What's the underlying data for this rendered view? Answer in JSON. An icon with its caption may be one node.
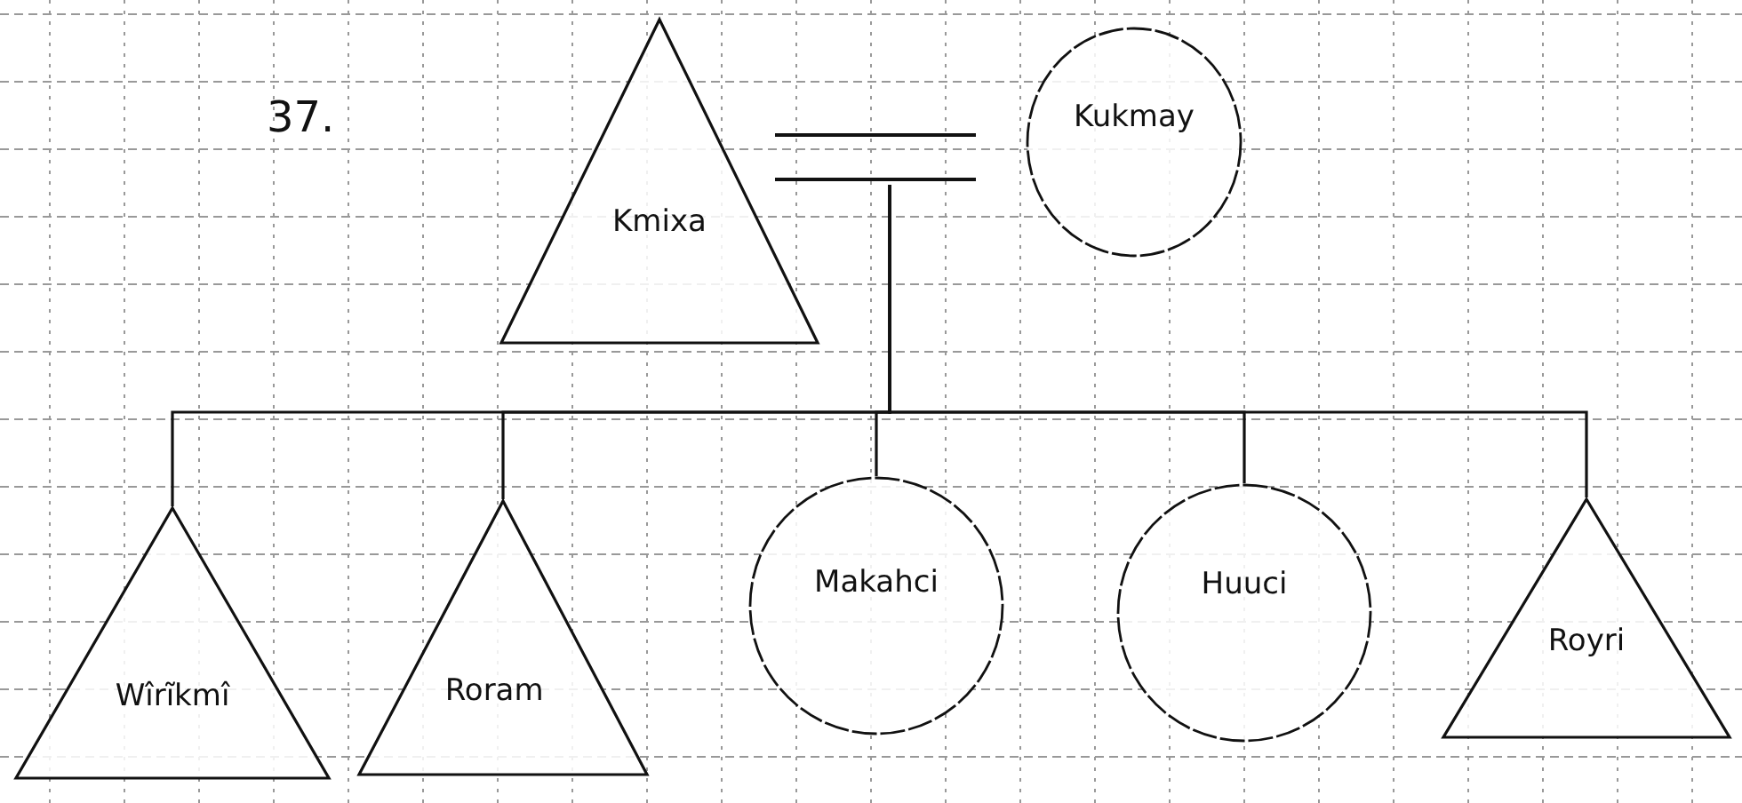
{
  "diagram": {
    "nodes": [
      {
        "text": [
          "Kmixa"
        ]
      },
      {
        "text": [],
        "shape": "bar"
      },
      {
        "text": [
          "Kukmay"
        ]
      },
      {
        "text": [
          "Wîrĩkmî"
        ]
      },
      {
        "text": [
          "Roram"
        ]
      },
      {
        "text": [
          "Makahci"
        ]
      },
      {
        "text": [
          "Huuci"
        ]
      },
      {
        "text": [
          "Royri"
        ]
      }
    ],
    "edges": [
      {
        "from": 1,
        "to": 3,
        "arrow": "none"
      },
      {
        "from": 1,
        "to": 4,
        "arrow": "none"
      },
      {
        "from": 1,
        "to": 5,
        "arrow": "none"
      },
      {
        "from": 1,
        "to": 6,
        "arrow": "none"
      },
      {
        "from": 1,
        "to": 7,
        "arrow": "none"
      }
    ],
    "labels": [
      "37."
    ]
  }
}
